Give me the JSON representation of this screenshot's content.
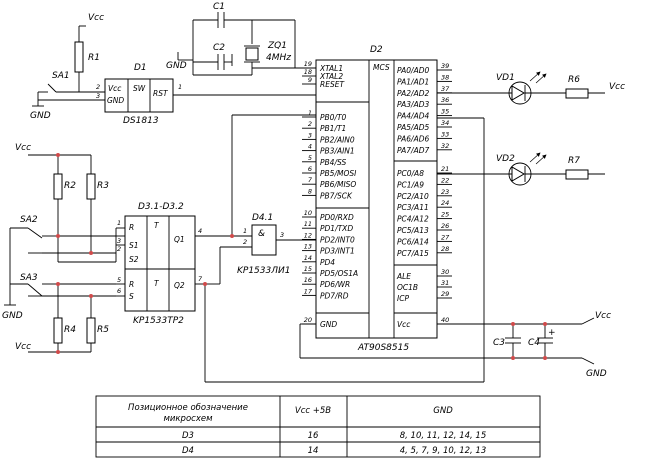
{
  "labels": {
    "vcc": "Vcc",
    "gnd": "GND",
    "r1": "R1",
    "r2": "R2",
    "r3": "R3",
    "r4": "R4",
    "r5": "R5",
    "r6": "R6",
    "r7": "R7",
    "c1": "C1",
    "c2": "C2",
    "c3": "C3",
    "c4": "C4",
    "zq1": "ZQ1",
    "zq1_freq": "4MHz",
    "sa1": "SA1",
    "sa2": "SA2",
    "sa3": "SA3",
    "vd1": "VD1",
    "vd2": "VD2",
    "d1": "D1",
    "d1_part": "DS1813",
    "d1_vcc": "Vcc",
    "d1_gnd": "GND",
    "d1_sw": "SW",
    "d1_rst": "RST",
    "d2": "D2",
    "d2_mcs": "MCS",
    "d2_part": "AT90S8515",
    "d3": "D3.1-D3.2",
    "d3_part": "KP1533TP2",
    "d4": "D4.1",
    "d4_part": "KP1533ЛИ1",
    "d4_and": "&",
    "d3_r": "R",
    "d3_s1": "S1",
    "d3_s2": "S2",
    "d3_s": "S",
    "d3_t": "T",
    "d3_q1": "Q1",
    "d3_q2": "Q2",
    "plus": "+"
  },
  "d2_left_top": [
    {
      "pin": "19",
      "name": "XTAL1"
    },
    {
      "pin": "18",
      "name": "XTAL2"
    },
    {
      "pin": "9",
      "name": "RESET"
    }
  ],
  "d2_left_pb": [
    {
      "pin": "1",
      "name": "PB0/T0"
    },
    {
      "pin": "2",
      "name": "PB1/T1"
    },
    {
      "pin": "3",
      "name": "PB2/AIN0"
    },
    {
      "pin": "4",
      "name": "PB3/AIN1"
    },
    {
      "pin": "5",
      "name": "PB4/SS"
    },
    {
      "pin": "6",
      "name": "PB5/MOSI"
    },
    {
      "pin": "7",
      "name": "PB6/MISO"
    },
    {
      "pin": "8",
      "name": "PB7/SCK"
    }
  ],
  "d2_left_pd": [
    {
      "pin": "10",
      "name": "PD0/RXD"
    },
    {
      "pin": "11",
      "name": "PD1/TXD"
    },
    {
      "pin": "12",
      "name": "PD2/INT0"
    },
    {
      "pin": "13",
      "name": "PD3/INT1"
    },
    {
      "pin": "14",
      "name": "PD4"
    },
    {
      "pin": "15",
      "name": "PD5/OS1A"
    },
    {
      "pin": "16",
      "name": "PD6/WR"
    },
    {
      "pin": "17",
      "name": "PD7/RD"
    }
  ],
  "d2_gnd": {
    "pin": "20",
    "name": "GND"
  },
  "d2_right_pa": [
    {
      "pin": "39",
      "name": "PA0/AD0"
    },
    {
      "pin": "38",
      "name": "PA1/AD1"
    },
    {
      "pin": "37",
      "name": "PA2/AD2"
    },
    {
      "pin": "36",
      "name": "PA3/AD3"
    },
    {
      "pin": "35",
      "name": "PA4/AD4"
    },
    {
      "pin": "34",
      "name": "PA5/AD5"
    },
    {
      "pin": "33",
      "name": "PA6/AD6"
    },
    {
      "pin": "32",
      "name": "PA7/AD7"
    }
  ],
  "d2_right_pc": [
    {
      "pin": "21",
      "name": "PC0/A8"
    },
    {
      "pin": "22",
      "name": "PC1/A9"
    },
    {
      "pin": "23",
      "name": "PC2/A10"
    },
    {
      "pin": "24",
      "name": "PC3/A11"
    },
    {
      "pin": "25",
      "name": "PC4/A12"
    },
    {
      "pin": "26",
      "name": "PC5/A13"
    },
    {
      "pin": "27",
      "name": "PC6/A14"
    },
    {
      "pin": "28",
      "name": "PC7/A15"
    }
  ],
  "d2_right_misc": [
    {
      "pin": "30",
      "name": "ALE"
    },
    {
      "pin": "31",
      "name": "OC1B"
    },
    {
      "pin": "29",
      "name": "ICP"
    }
  ],
  "d2_vcc": {
    "pin": "40",
    "name": "Vcc"
  },
  "d1_pins": {
    "vcc": "2",
    "gnd": "3",
    "rst": "1"
  },
  "d3_pins": {
    "r1": "1",
    "s1": "3",
    "s2": "2",
    "q1": "4",
    "r2": "5",
    "s": "6",
    "q2": "7"
  },
  "d4_pins": {
    "in1": "1",
    "in2": "2",
    "out": "3"
  },
  "table": {
    "headers": [
      "Позиционное обозначение микросхем",
      "Vcc +5В",
      "GND"
    ],
    "rows": [
      [
        "D3",
        "16",
        "8, 10, 11, 12, 14, 15"
      ],
      [
        "D4",
        "14",
        "4, 5, 7, 9, 10, 12, 13"
      ]
    ]
  }
}
